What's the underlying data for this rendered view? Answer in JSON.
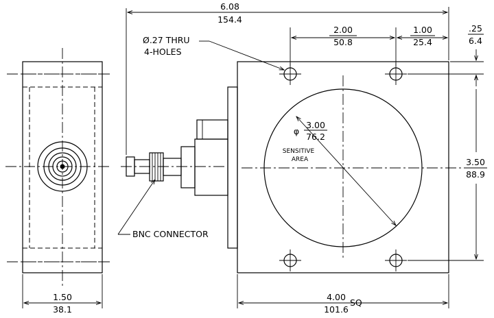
{
  "dimensions": {
    "overall_length": {
      "in": "6.08",
      "mm": "154.4"
    },
    "hole_pitch": {
      "in": "2.00",
      "mm": "50.8"
    },
    "hole_offset": {
      "in": "1.00",
      "mm": "25.4"
    },
    "edge_offset": {
      "in": ".25",
      "mm": "6.4"
    },
    "hole_vertical": {
      "in": "3.50",
      "mm": "88.9"
    },
    "square_width": {
      "in": "4.00",
      "mm": "101.6",
      "suffix": "SQ"
    },
    "side_width": {
      "in": "1.50",
      "mm": "38.1"
    },
    "sensitive_diameter": {
      "symbol": "φ",
      "in": "3.00",
      "mm": "76.2"
    }
  },
  "labels": {
    "holes_line1": "Ø.27 THRU",
    "holes_line2": "4-HOLES",
    "sensitive_line1": "SENSITIVE",
    "sensitive_line2": "AREA",
    "connector": "BNC CONNECTOR"
  }
}
